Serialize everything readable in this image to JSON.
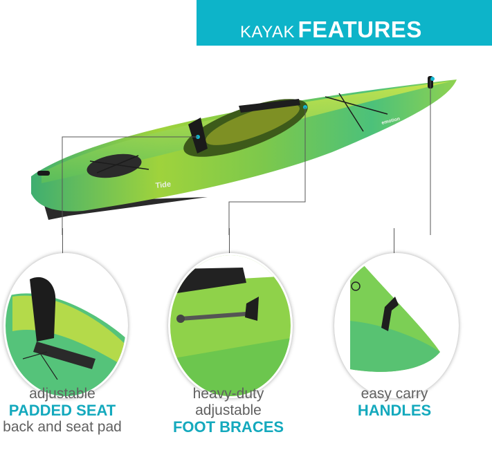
{
  "banner": {
    "prefix": "KAYAK",
    "title": "FEATURES",
    "background": "#0db4c9"
  },
  "kayak": {
    "model_label": "Tide",
    "brand_label": "emotion"
  },
  "features": [
    {
      "line1": "adjustable",
      "highlight": "PADDED SEAT",
      "line3": "back and seat pad",
      "icon": "seat-closeup-icon"
    },
    {
      "line1": "heavy-duty",
      "line2": "adjustable",
      "highlight": "FOOT BRACES",
      "icon": "foot-brace-closeup-icon"
    },
    {
      "line1": "easy carry",
      "highlight": "HANDLES",
      "icon": "handle-closeup-icon"
    }
  ],
  "colors": {
    "accent": "#14a9bd",
    "text_gray": "#606060",
    "kayak_green": "#4cc17a",
    "kayak_lime": "#b6d936"
  }
}
